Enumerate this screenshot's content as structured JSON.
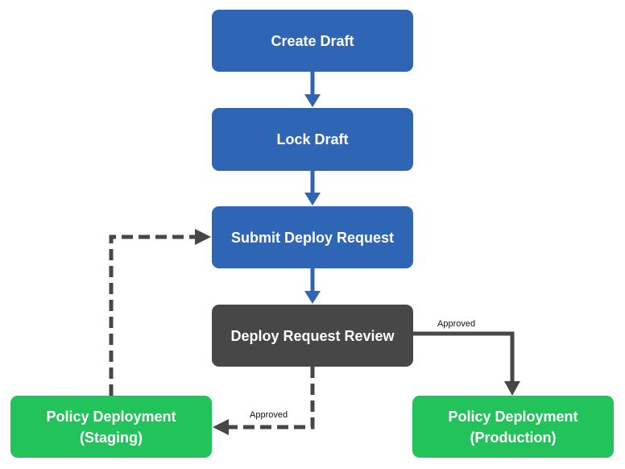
{
  "colors": {
    "primary_step": "#2F65B5",
    "review_step": "#474747",
    "deployment_step": "#22C35B",
    "connector": "#474747"
  },
  "nodes": {
    "create_draft": "Create Draft",
    "lock_draft": "Lock Draft",
    "submit_deploy_request": "Submit Deploy Request",
    "deploy_request_review": "Deploy Request Review",
    "policy_deployment_staging": {
      "line1": "Policy Deployment",
      "line2": "(Staging)"
    },
    "policy_deployment_production": {
      "line1": "Policy Deployment",
      "line2": "(Production)"
    }
  },
  "edges": {
    "review_to_production_label": "Approved",
    "review_to_staging_label": "Approved"
  }
}
